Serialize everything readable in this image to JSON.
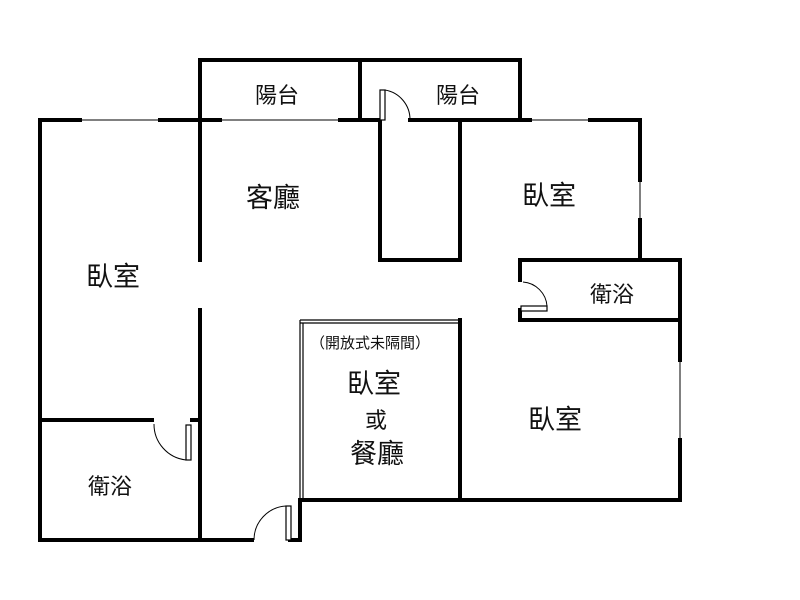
{
  "floorplan": {
    "rooms": {
      "balcony_left": "陽台",
      "balcony_right": "陽台",
      "living_room": "客廳",
      "bedroom_top_right": "臥室",
      "bedroom_left": "臥室",
      "bathroom_right": "衛浴",
      "open_room_note": "（開放式未隔間）",
      "open_room_name": "臥室",
      "open_room_or": "或",
      "open_room_alt": "餐廳",
      "bedroom_bottom_right": "臥室",
      "bathroom_left": "衛浴"
    }
  }
}
